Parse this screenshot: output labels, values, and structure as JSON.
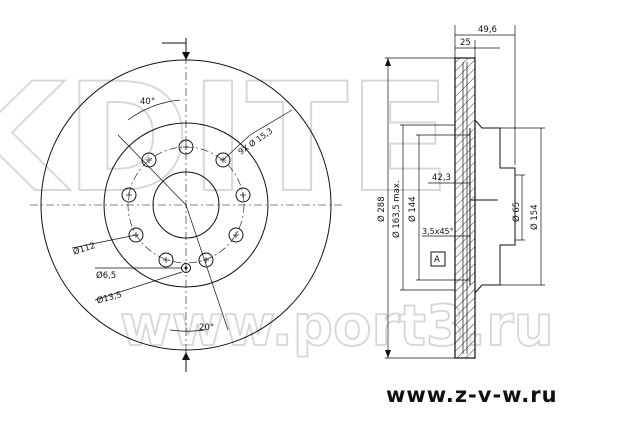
{
  "watermark": {
    "brand": "KDITE",
    "site": "www.port3.ru"
  },
  "front_view": {
    "angles": {
      "hole_spacing": "40°",
      "bottom": "20°"
    },
    "diameters": {
      "pitch": "Ø112",
      "pilot": "Ø6,5",
      "bolt": "Ø13,5",
      "holes": "9X Ø 15,3"
    }
  },
  "side_view": {
    "dims": {
      "overall_width": "49,6",
      "hat_width": "25",
      "outer_diameter": "Ø 288",
      "friction_max": "Ø 163,5 max.",
      "hat_diameter": "Ø 144",
      "depth": "42,3",
      "chamfer": "3,5x45°",
      "center_bore": "Ø 65",
      "inner_diameter": "Ø 154",
      "datum": "A"
    }
  },
  "footer": {
    "url": "www.z-v-w.ru"
  }
}
